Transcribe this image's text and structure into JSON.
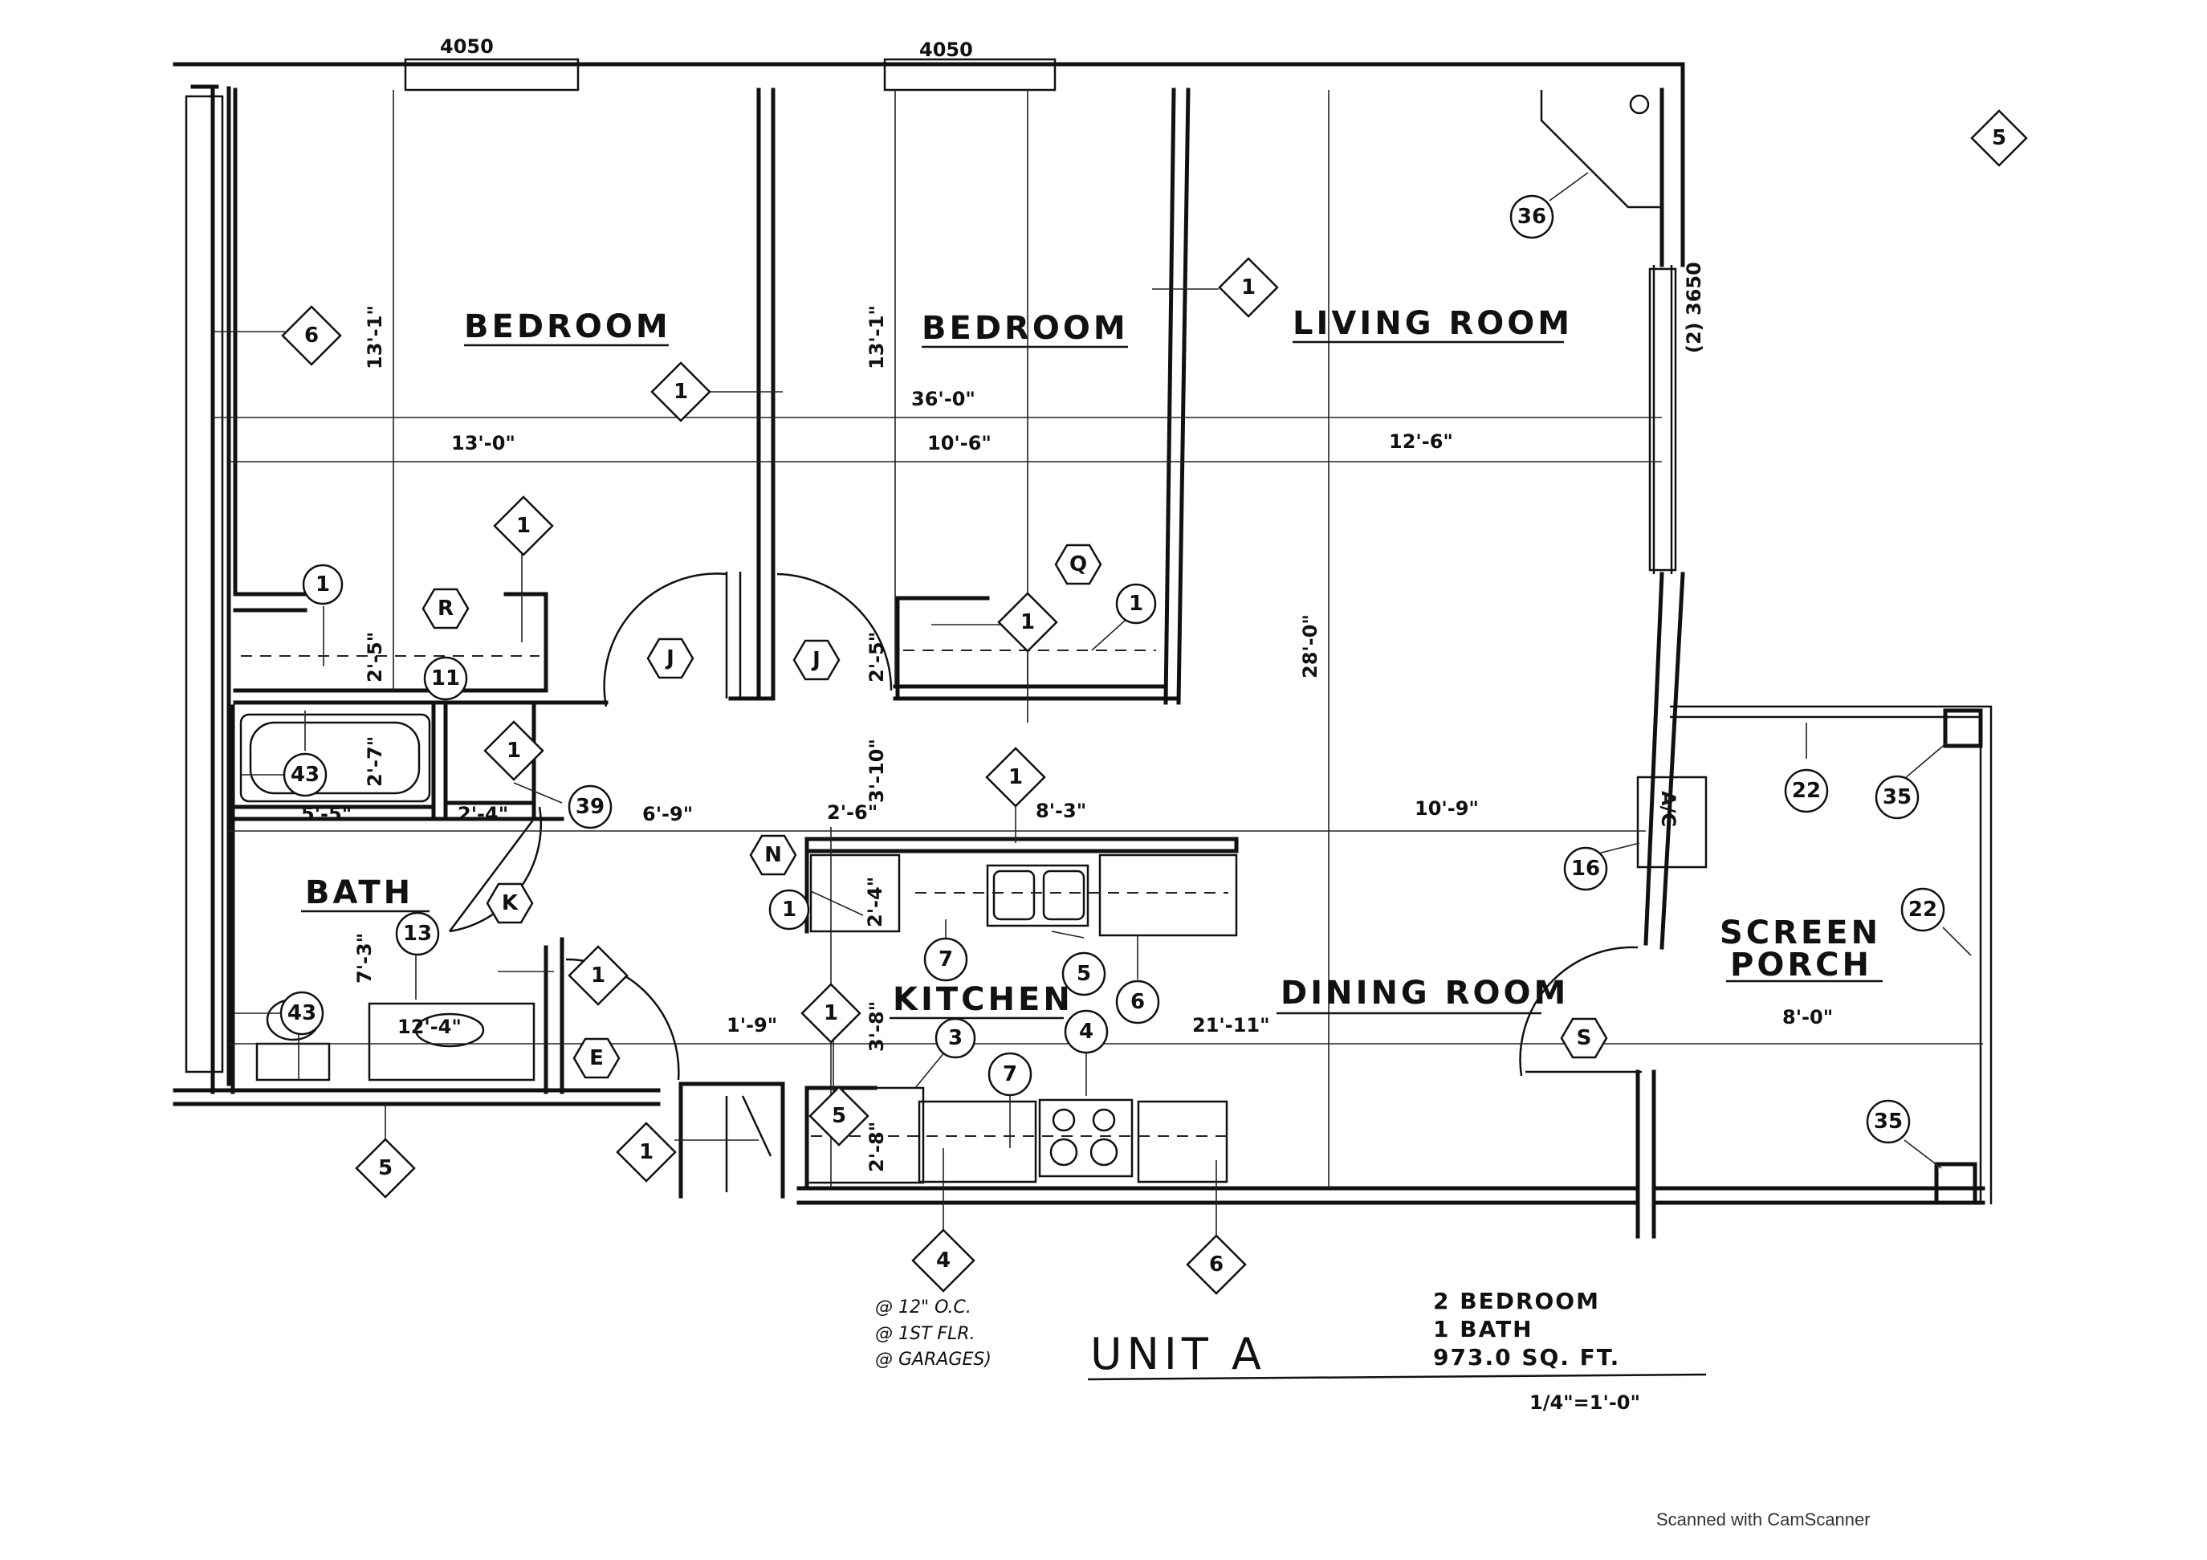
{
  "rooms": {
    "bedroom1": "BEDROOM",
    "bedroom2": "BEDROOM",
    "living": "LIVING ROOM",
    "bath": "BATH",
    "kitchen": "KITCHEN",
    "dining": "DINING ROOM",
    "porch_line1": "SCREEN",
    "porch_line2": "PORCH",
    "ac": "A/C"
  },
  "dimensions": {
    "win1": "4050",
    "win2": "4050",
    "win_right": "(2) 3650",
    "overall_width": "36'-0\"",
    "bed1_width": "13'-0\"",
    "bed2_width": "10'-6\"",
    "living_width": "12'-6\"",
    "bed1_depth": "13'-1\"",
    "bed2_depth": "13'-1\"",
    "overall_depth": "28'-0\"",
    "bed1_closet": "2'-5\"",
    "bed2_closet": "2'-5\"",
    "tub_depth": "2'-7\"",
    "tub_width": "5'-5\"",
    "linen": "2'-4\"",
    "hall": "6'-9\"",
    "pantry": "2'-6\"",
    "hall_depth": "3'-10\"",
    "kitchen_counter": "8'-3\"",
    "living_lower": "10'-9\"",
    "pantry_depth": "2'-4\"",
    "bath_depth": "7'-3\"",
    "vanity": "12'-4\"",
    "entry": "1'-9\"",
    "kitchen_depth": "3'-8\"",
    "dining_width": "21'-11\"",
    "porch_width": "8'-0\"",
    "counter_depth": "2'-8\""
  },
  "tags": {
    "corner": "5",
    "bed1_wall": "6",
    "bed1_center": "1",
    "bed2_wall": "1",
    "fireplace": "36",
    "closet1_top": "1",
    "closet1_left": "1",
    "closet_r": "R",
    "closet2_q": "Q",
    "closet2_right": "1",
    "closet2_center": "1",
    "door_j1": "J",
    "door_j2": "J",
    "bath_11": "11",
    "bath_linen": "1",
    "tub": "43",
    "bath_39": "39",
    "bath_door_k": "K",
    "bath_13": "13",
    "toilet": "43",
    "bath_e": "E",
    "bath_vanity": "1",
    "bath_bottom": "5",
    "kitchen_n": "N",
    "pantry": "1",
    "kitchen_center": "1",
    "sink": "5",
    "dishwasher": "6",
    "kitchen_7a": "7",
    "kitchen_left": "1",
    "kitchen_3": "3",
    "range": "4",
    "kitchen_7b": "7",
    "kitchen_5": "5",
    "entry_1": "1",
    "base_4": "4",
    "base_6": "6",
    "porch_22a": "22",
    "porch_35a": "35",
    "ac_16": "16",
    "porch_22b": "22",
    "dining_s": "S",
    "porch_35b": "35"
  },
  "notes": {
    "line1": "@ 12\" O.C.",
    "line2": "@ 1ST FLR.",
    "line3": "@ GARAGES)"
  },
  "title_block": {
    "unit": "UNIT A",
    "bedrooms": "2 BEDROOM",
    "baths": "1 BATH",
    "area": "973.0 SQ. FT.",
    "scale": "1/4\"=1'-0\""
  },
  "footer": "Scanned with CamScanner"
}
